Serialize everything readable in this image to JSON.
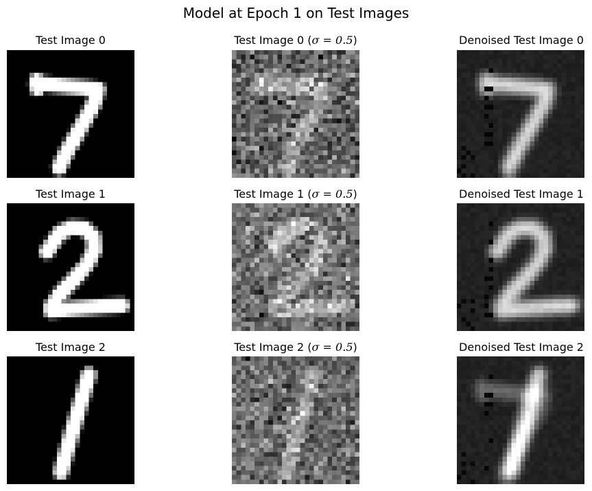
{
  "figure": {
    "title": "Model at Epoch 1 on Test Images"
  },
  "columns": [
    {
      "kind": "clean"
    },
    {
      "kind": "noisy"
    },
    {
      "kind": "denoised"
    }
  ],
  "noise": {
    "sigma_symbol": "σ",
    "sigma_value": "0.5"
  },
  "rows": [
    {
      "digit": "7",
      "clean_title": "Test Image 0",
      "noisy_title_prefix": "Test Image 0 (",
      "noisy_title_sigma": "σ = 0.5",
      "noisy_title_suffix": ")",
      "denoised_title": "Denoised Test Image 0"
    },
    {
      "digit": "2",
      "clean_title": "Test Image 1",
      "noisy_title_prefix": "Test Image 1 (",
      "noisy_title_sigma": "σ = 0.5",
      "noisy_title_suffix": ")",
      "denoised_title": "Denoised Test Image 1"
    },
    {
      "digit": "1",
      "clean_title": "Test Image 2",
      "noisy_title_prefix": "Test Image 2 (",
      "noisy_title_sigma": "σ = 0.5",
      "noisy_title_suffix": ")",
      "denoised_title": "Denoised Test Image 2"
    }
  ],
  "colormap": "gray"
}
